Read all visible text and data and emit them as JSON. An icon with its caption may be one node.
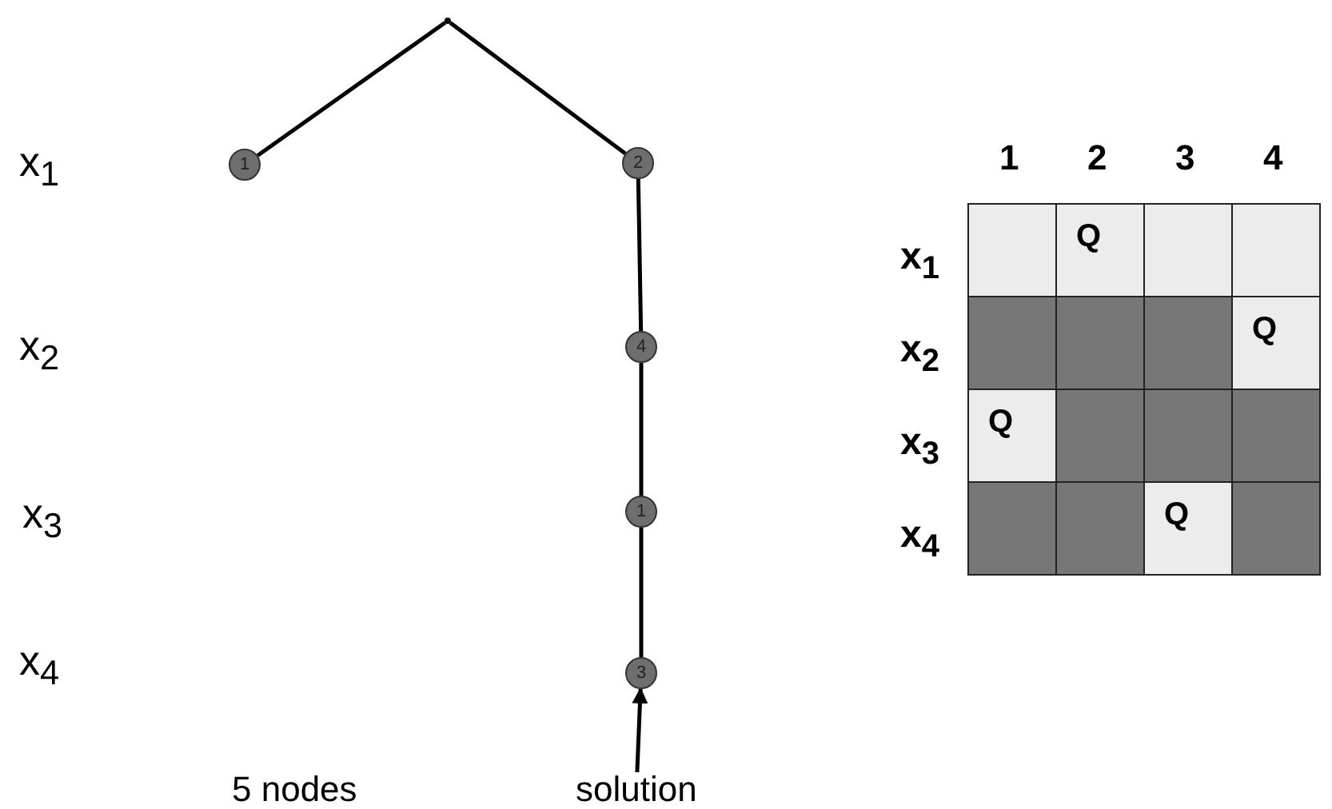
{
  "diagram": {
    "nodes": [
      {
        "text": [],
        "shape": "point"
      },
      {
        "text": [
          "1"
        ]
      },
      {
        "text": [
          "2"
        ]
      },
      {
        "text": [
          "4"
        ]
      },
      {
        "text": [
          "1"
        ]
      },
      {
        "text": [
          "3"
        ]
      },
      {
        "text": [
          "solution"
        ]
      }
    ],
    "edges": [
      {
        "from": 0,
        "to": 1,
        "arrow": "none"
      },
      {
        "from": 0,
        "to": 2,
        "arrow": "none"
      },
      {
        "from": 2,
        "to": 3,
        "arrow": "none"
      },
      {
        "from": 3,
        "to": 4,
        "arrow": "none"
      },
      {
        "from": 4,
        "to": 5,
        "arrow": "none"
      },
      {
        "from": 6,
        "to": 5,
        "arrow": "to"
      }
    ],
    "labels": [
      "x$_{1}$",
      "x$_{2}$",
      "x$_{3}$",
      "x$_{4}$",
      "5 nodes",
      "1",
      "2",
      "3",
      "4",
      "x$_{1}$",
      "Q",
      "x$_{2}$",
      "Q",
      "x$_{3}$",
      "Q",
      "x$_{4}$",
      "Q"
    ]
  }
}
